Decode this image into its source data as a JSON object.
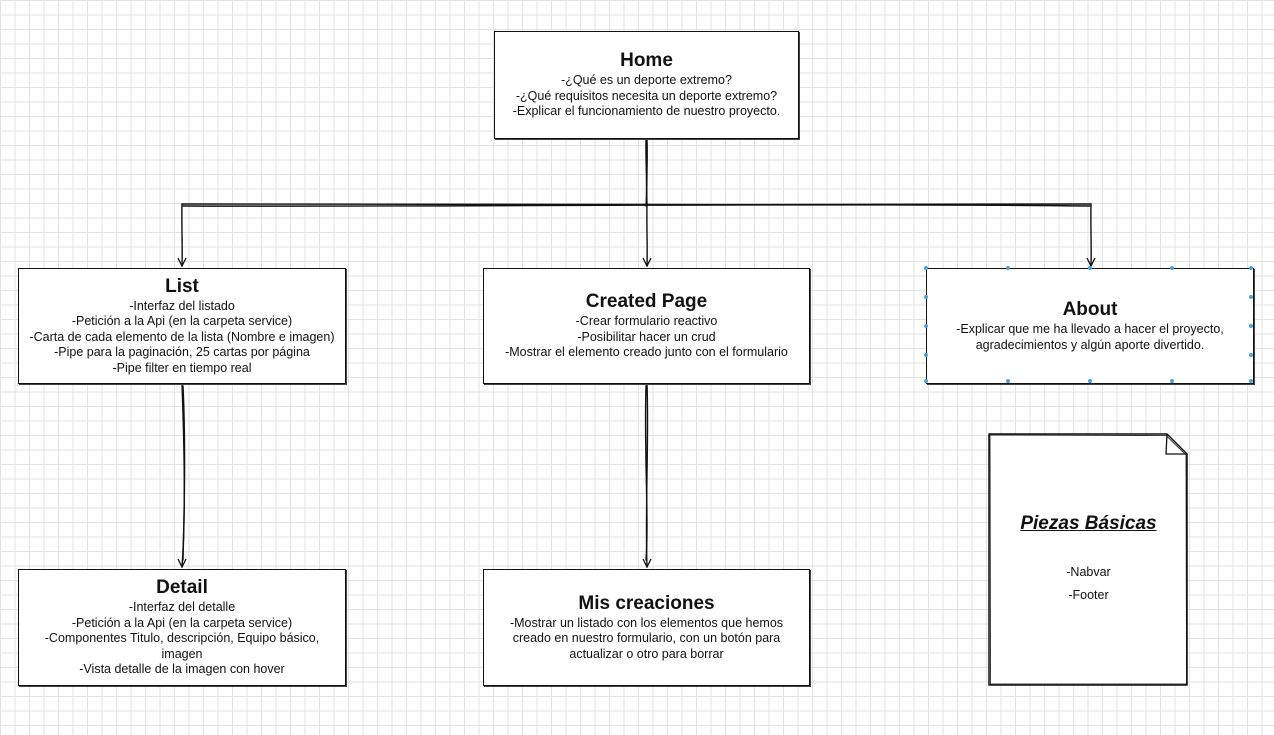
{
  "nodes": {
    "home": {
      "title": "Home",
      "lines": [
        "-¿Qué es un deporte extremo?",
        "-¿Qué requisitos necesita un deporte extremo?",
        "-Explicar el funcionamiento de nuestro proyecto."
      ]
    },
    "list": {
      "title": "List",
      "lines": [
        "-Interfaz del listado",
        "-Petición a la Api (en la carpeta service)",
        "-Carta de cada elemento de la lista (Nombre e imagen)",
        "-Pipe para la paginación, 25 cartas por página",
        "-Pipe filter en tiempo real"
      ]
    },
    "created": {
      "title": "Created Page",
      "lines": [
        "-Crear formulario reactivo",
        "-Posibilitar hacer un crud",
        "-Mostrar el elemento creado junto con el formulario"
      ]
    },
    "about": {
      "title": "About",
      "text": "-Explicar que me ha llevado a hacer el proyecto, agradecimientos y algún aporte divertido."
    },
    "detail": {
      "title": "Detail",
      "lines": [
        "-Interfaz del detalle",
        "-Petición a la Api (en la carpeta service)",
        "-Componentes Titulo, descripción, Equipo básico, imagen",
        "-Vista detalle de la imagen con hover"
      ]
    },
    "mis": {
      "title": "Mis creaciones",
      "text": "-Mostrar un listado con los elementos que hemos creado en nuestro formulario, con un botón para actualizar o otro para borrar"
    },
    "piezas": {
      "title": "Piezas Básicas",
      "items": [
        "-Nabvar",
        "-Footer"
      ]
    }
  },
  "colors": {
    "stroke": "#111111",
    "grid": "#e3e3e3",
    "selection_handle": "#4aa3df"
  }
}
